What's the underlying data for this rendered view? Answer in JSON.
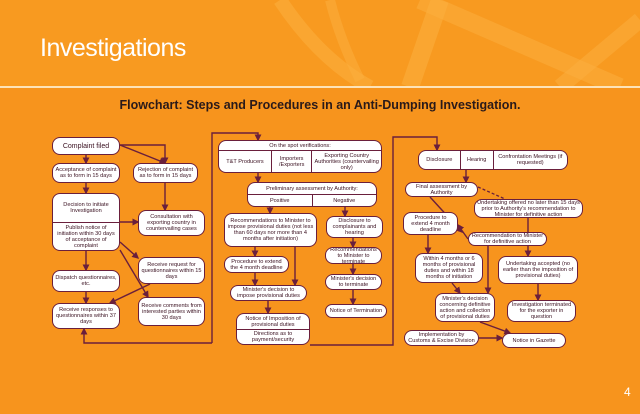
{
  "header": {
    "title": "Investigations",
    "subtitle": "Flowchart: Steps and Procedures in an Anti-Dumping Investigation."
  },
  "page_number": "4",
  "nodes": {
    "complaint_filed": "Complaint filed",
    "acceptance": "Acceptance of complaint as to form in 15 days",
    "rejection": "Rejection of complaint as to form in 15 days",
    "decision_initiate": "Decision to initiate Investigation",
    "publish_notice": "Publish notice of initiation within 30 days of acceptance of complaint",
    "consultation": "Consultation with exporting country in countervailing cases",
    "receive_request": "Receive request for questionnaires within 15 days",
    "dispatch": "Dispatch questionnaires, etc.",
    "receive_responses": "Receive responses to questionnaires within 37 days",
    "receive_comments": "Receive comments from interested parties within 30 days",
    "spot_header": "On the spot verifications:",
    "spot_tt": "T&T Producers",
    "spot_importers": "Importers /Exporters",
    "spot_exporting": "Exporting Country Authorities (countervailing only)",
    "prelim_header": "Preliminary assessment by Authority:",
    "prelim_positive": "Positive",
    "prelim_negative": "Negative",
    "recs_provisional": "Recommendations to Minister to impose provisional duties (not less than 60 days nor more than 4 months after initiation)",
    "disclosure_complainants": "Disclosure to complainants and hearing",
    "procedure_extend_1": "Procedure to extend the 4 month deadline",
    "recs_terminate": "Recommendations to Minister to terminate",
    "minister_provisional": "Minister's decision to impose provisional duties",
    "minister_terminate": "Minister's decision to terminate",
    "notice_termination": "Notice of Termination",
    "notice_imposition": "Notice of Imposition of provisional duties",
    "directions": "Directions as to payment/security",
    "disclosure": "Disclosure",
    "hearing": "Hearing",
    "confrontation": "Confrontation Meetings (if requested)",
    "final_assessment": "Final assessment by Authority",
    "undertaking_offered": "Undertaking offered no later than 15 days prior to Authority's recommendation to Minister for definitive action",
    "procedure_extend_2": "Procedure to extend 4 month deadline",
    "recommendation_definitive": "Recommendation to Minister for definitive action",
    "within_months": "Within 4 months or 6 months of provisional duties and within 18 months of initiation",
    "undertaking_accepted": "Undertaking accepted (no earlier than the imposition of provisional duties)",
    "minister_definitive": "Minister's decision concerning definitive action and collection of provisional duties",
    "investigation_terminated": "Investigation terminated for the exporter in question",
    "implementation": "Implementation by Customs & Excise Division",
    "notice_gazette": "Notice in Gazette"
  }
}
